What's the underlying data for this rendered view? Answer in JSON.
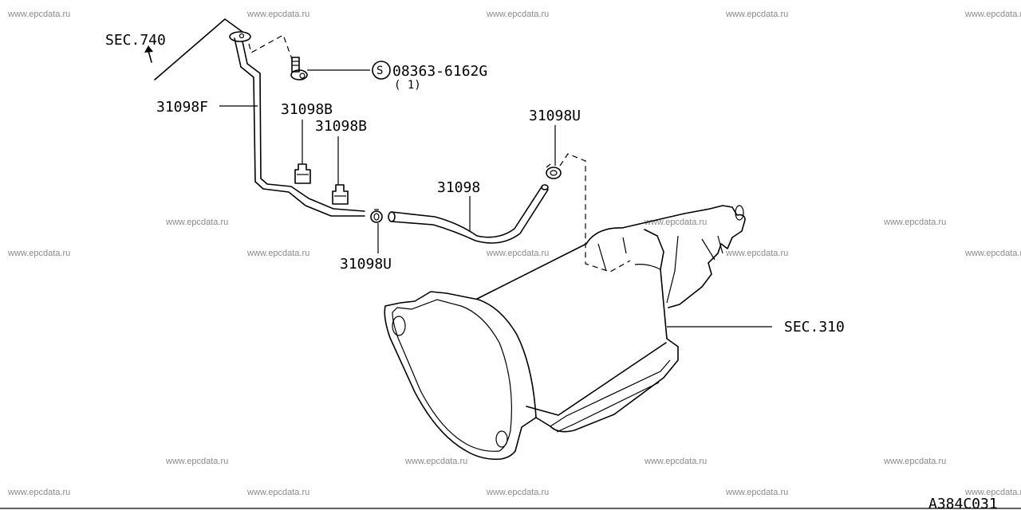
{
  "labels": {
    "sec740": "SEC.740",
    "sec310": "SEC.310",
    "bolt_part": "08363-6162G",
    "bolt_qty": "( 1)",
    "tube": "31098F",
    "clip_a": "31098B",
    "clip_b": "31098B",
    "clamp_upper": "31098U",
    "clamp_lower": "31098U",
    "hose": "31098",
    "diagram_code": "A384C031"
  },
  "symbols": {
    "bolt_mark": "S"
  },
  "watermark": "www.epcdata.ru",
  "icons": [
    "arrow-up-icon",
    "circled-s-icon"
  ]
}
